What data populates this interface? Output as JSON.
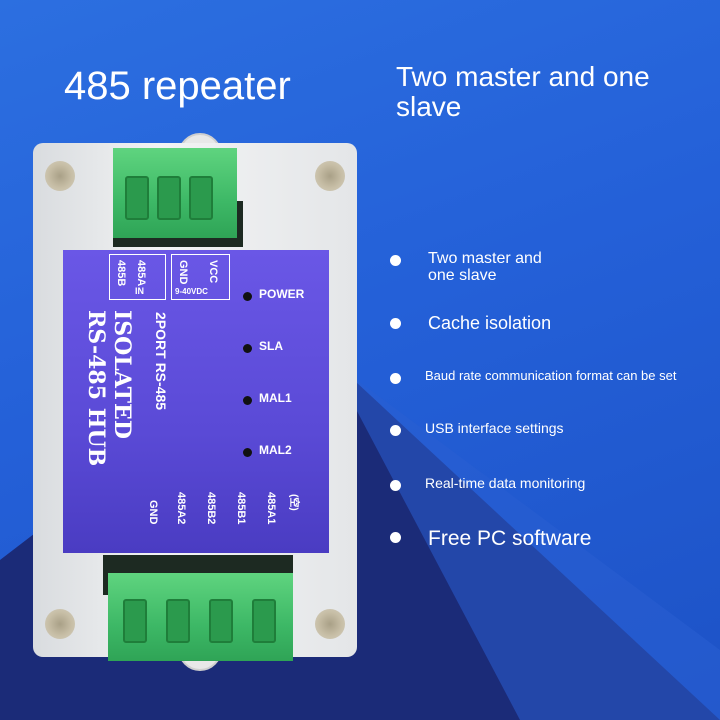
{
  "heading": {
    "title": "485 repeater",
    "subtitle": "Two master and one slave"
  },
  "features": [
    {
      "text": "Two master and one slave"
    },
    {
      "text": "Cache isolation"
    },
    {
      "text": "Baud rate communication format can be set"
    },
    {
      "text": "USB interface settings"
    },
    {
      "text": "Real-time data monitoring"
    },
    {
      "text": "Free PC software"
    }
  ],
  "device_label": {
    "product_line1": "ISOLATED",
    "product_line2": "RS-485 HUB",
    "ports": "2PORT RS-485",
    "top_labels": [
      "485B",
      "485A",
      "IN",
      "GND",
      "VCC",
      "9-40VDC"
    ],
    "indicators": [
      "POWER",
      "SLA",
      "MAL1",
      "MAL2"
    ],
    "bottom_labels": [
      "GND",
      "485A2",
      "485B2",
      "485B1",
      "485A1",
      "(空)"
    ]
  },
  "colors": {
    "background_blue": "#2c6fe0",
    "background_dark": "#1a2a6e",
    "label_panel": "#5a4ad6",
    "terminal_green": "#3db866"
  }
}
